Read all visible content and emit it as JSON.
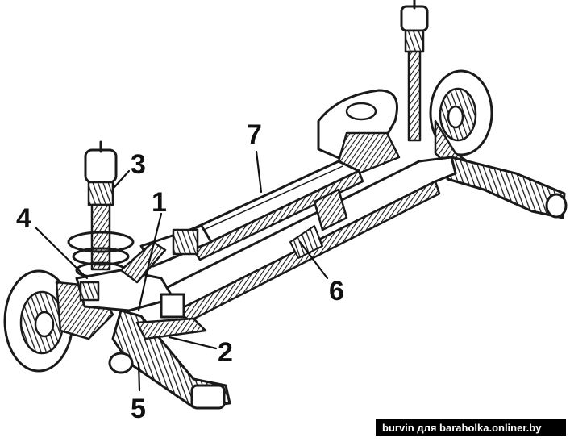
{
  "diagram": {
    "callouts": [
      {
        "id": "1",
        "text": "1"
      },
      {
        "id": "2",
        "text": "2"
      },
      {
        "id": "3",
        "text": "3"
      },
      {
        "id": "4",
        "text": "4"
      },
      {
        "id": "5",
        "text": "5"
      },
      {
        "id": "6",
        "text": "6"
      },
      {
        "id": "7",
        "text": "7"
      }
    ],
    "ink_color": "#1a1a1a",
    "background_color": "#ffffff"
  },
  "watermark": {
    "text": "burvin для baraholka.onliner.by"
  }
}
